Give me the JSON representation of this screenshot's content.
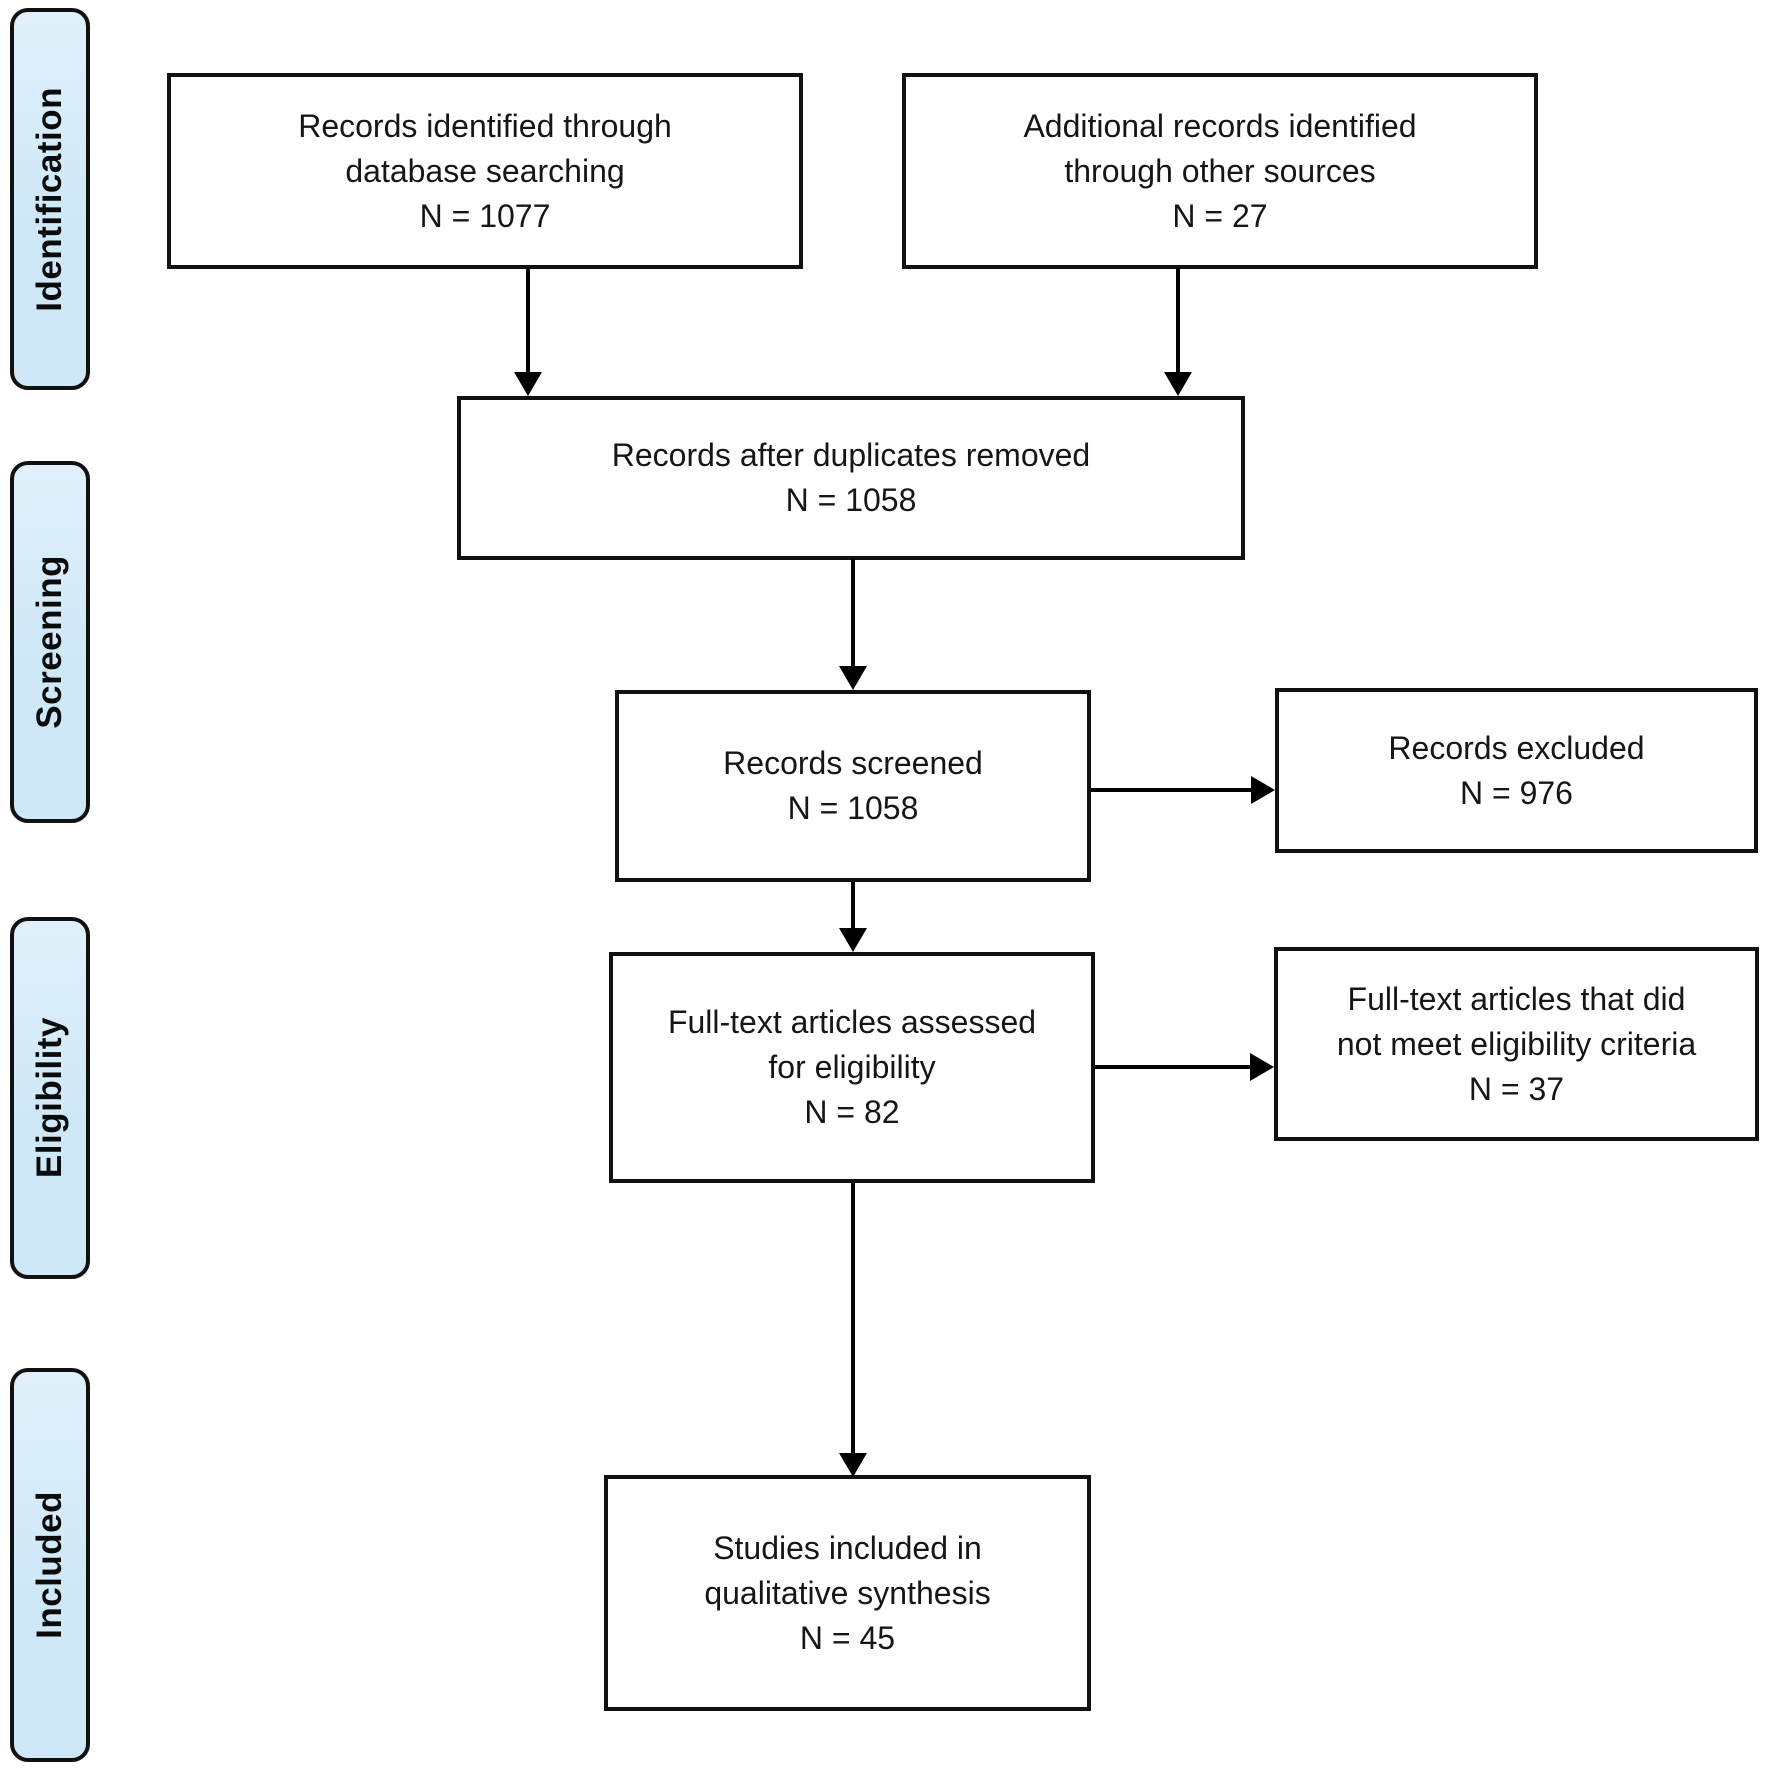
{
  "stages": [
    {
      "label": "Identification"
    },
    {
      "label": "Screening"
    },
    {
      "label": "Eligibility"
    },
    {
      "label": "Included"
    }
  ],
  "boxes": {
    "identified": {
      "text": "Records identified through\ndatabase searching\nN = 1077"
    },
    "additional": {
      "text": "Additional records identified\nthrough other sources\nN = 27"
    },
    "deduplicated": {
      "text": "Records after duplicates removed\nN = 1058"
    },
    "screened": {
      "text": "Records screened\nN = 1058"
    },
    "excluded": {
      "text": "Records excluded\nN = 976"
    },
    "fulltext": {
      "text": "Full-text articles assessed\nfor eligibility\nN = 82"
    },
    "fulltext_excluded": {
      "text": "Full-text articles that did\nnot meet eligibility criteria\nN = 37"
    },
    "included": {
      "text": "Studies included in\nqualitative synthesis\nN = 45"
    }
  },
  "colors": {
    "stage_fill": "#cfe8f8",
    "stage_fill_light": "#e0f1fb",
    "stage_border": "#111111",
    "box_border": "#111111",
    "text": "#161616",
    "arrow": "#000000",
    "background": "#ffffff"
  }
}
